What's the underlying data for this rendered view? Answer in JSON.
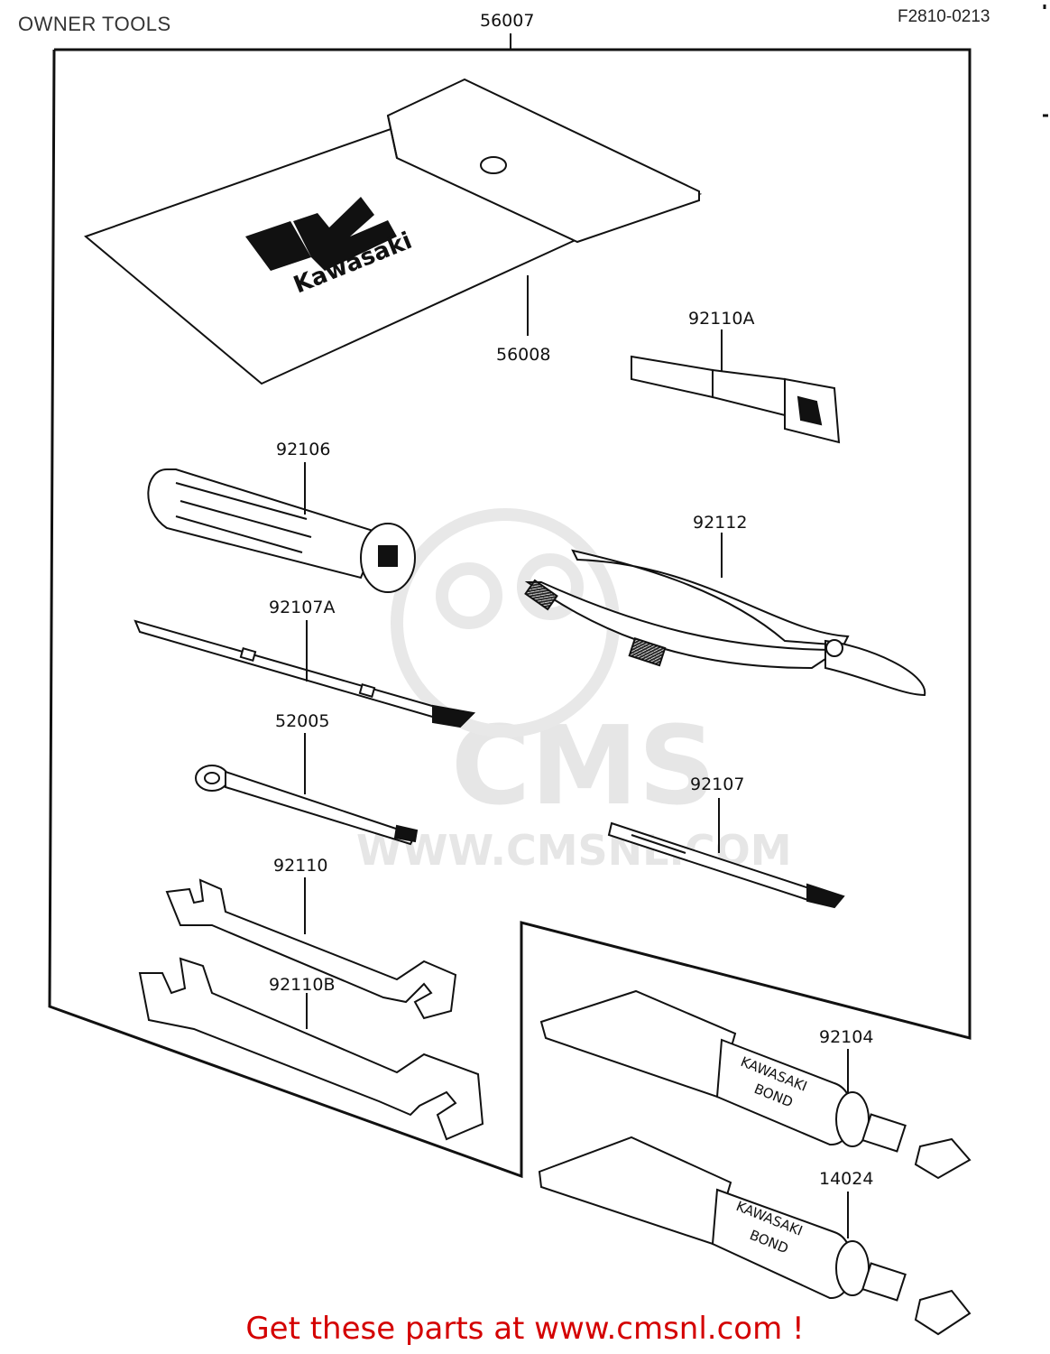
{
  "header": {
    "title": "OWNER TOOLS",
    "figure_code": "F2810-0213"
  },
  "parts": [
    {
      "key": "kit",
      "number": "56007"
    },
    {
      "key": "pouch",
      "number": "56008"
    },
    {
      "key": "plug_wrench",
      "number": "92110A"
    },
    {
      "key": "handle",
      "number": "92106"
    },
    {
      "key": "screwdriver_flat",
      "number": "92107A"
    },
    {
      "key": "pliers",
      "number": "92112"
    },
    {
      "key": "spoke_wrench",
      "number": "52005"
    },
    {
      "key": "screwdriver_phillips",
      "number": "92107"
    },
    {
      "key": "wrench_small",
      "number": "92110"
    },
    {
      "key": "wrench_large",
      "number": "92110B"
    },
    {
      "key": "bond_tube_1",
      "number": "92104"
    },
    {
      "key": "bond_tube_2",
      "number": "14024"
    }
  ],
  "artwork_text": {
    "brand_logo": "Kawasaki",
    "tube_print_1": "KAWASAKI",
    "tube_print_2": "BOND"
  },
  "watermark": {
    "brand": "CMS",
    "url": "WWW.CMSNL.COM"
  },
  "footer": {
    "text": "Get these parts at www.cmsnl.com !"
  },
  "colors": {
    "footer_text": "#d40000",
    "line_art": "#111111",
    "watermark": "#e6e6e6"
  }
}
